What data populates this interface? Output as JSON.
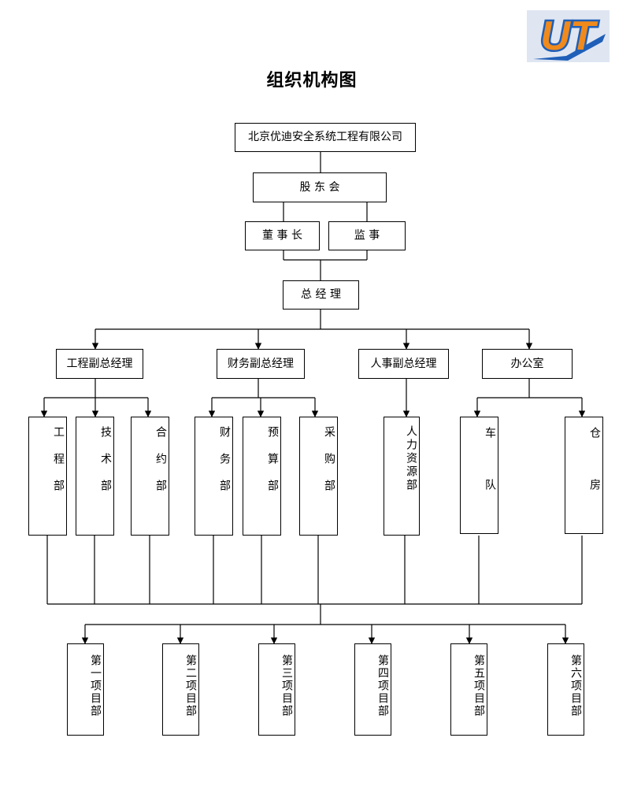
{
  "page": {
    "title": "组织机构图"
  },
  "logo": {
    "text": "UT",
    "colors": {
      "orange": "#f08a1c",
      "blue": "#1f5fb8",
      "back": "#dfe6f2"
    }
  },
  "org": {
    "company": "北京优迪安全系统工程有限公司",
    "shareholders": "股 东 会",
    "chairman": "董 事 长",
    "supervisor": "监 事",
    "general_manager": "总 经 理",
    "deputies": [
      {
        "label": "工程副总经理"
      },
      {
        "label": "财务副总经理"
      },
      {
        "label": "人事副总经理"
      },
      {
        "label": "办公室"
      }
    ],
    "departments": [
      {
        "label": "工程部"
      },
      {
        "label": "技术部"
      },
      {
        "label": "合约部"
      },
      {
        "label": "财务部"
      },
      {
        "label": "预算部"
      },
      {
        "label": "采购部"
      },
      {
        "label": "人力资源部"
      },
      {
        "label": "车队"
      },
      {
        "label": "仓房"
      }
    ],
    "projects": [
      {
        "label": "第一项目部"
      },
      {
        "label": "第二项目部"
      },
      {
        "label": "第三项目部"
      },
      {
        "label": "第四项目部"
      },
      {
        "label": "第五项目部"
      },
      {
        "label": "第六项目部"
      }
    ]
  }
}
